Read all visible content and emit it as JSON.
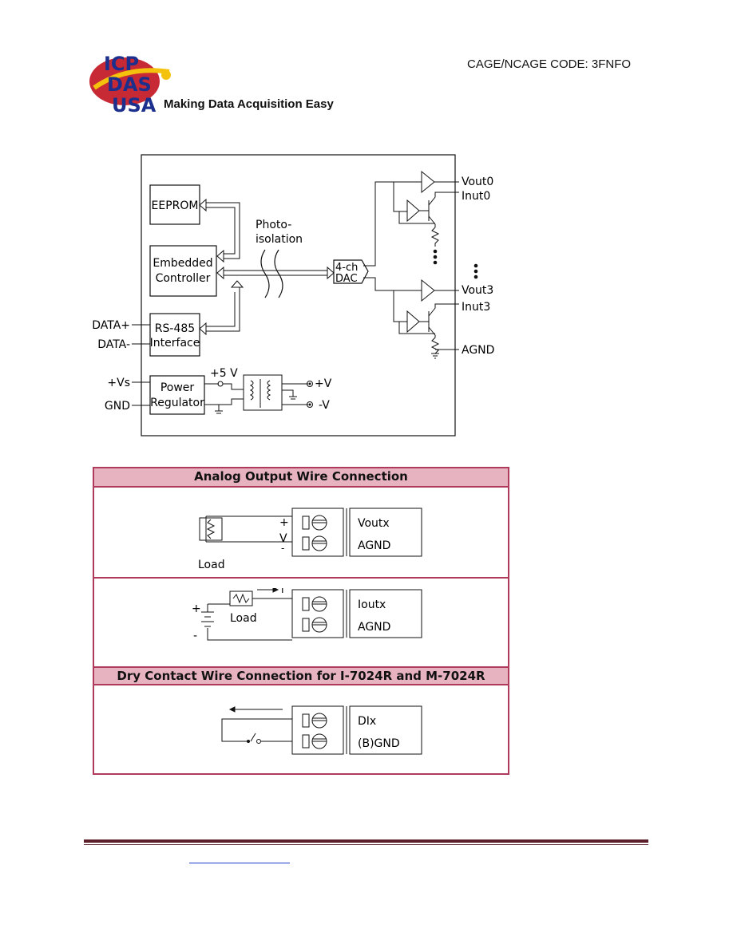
{
  "header": {
    "logo_text": [
      "ICP",
      "DAS",
      "USA"
    ],
    "tagline": "Making Data Acquisition Easy",
    "cage_code": "CAGE/NCAGE CODE: 3FNFO"
  },
  "block_diagram": {
    "eeprom": "EEPROM",
    "controller": [
      "Embedded",
      "Controller"
    ],
    "rs485": [
      "RS-485",
      "Interface"
    ],
    "power": [
      "Power",
      "Regulator"
    ],
    "photo_isolation": [
      "Photo-",
      "isolation"
    ],
    "dac": [
      "4-ch",
      "DAC"
    ],
    "vout0": "Vout0",
    "inut0": "Inut0",
    "vout3": "Vout3",
    "inut3": "Inut3",
    "agnd": "AGND",
    "data_plus": "DATA+",
    "data_minus": "DATA-",
    "vs_plus": "+Vs",
    "gnd": "GND",
    "plus_5v": "+5 V",
    "plus_v": "+V",
    "minus_v": "-V"
  },
  "wiring": {
    "analog_title": "Analog Output Wire Connection",
    "dry_title": "Dry Contact Wire Connection for I-7024R and M-7024R",
    "voltage": {
      "load": "Load",
      "plus": "+",
      "v": "V",
      "minus": "-",
      "term1": "Voutx",
      "term2": "AGND"
    },
    "current": {
      "load": "Load",
      "plus": "+",
      "minus": "-",
      "i": "I",
      "term1": "Ioutx",
      "term2": "AGND"
    },
    "dry": {
      "term1": "DIx",
      "term2": "(B)GND"
    }
  }
}
